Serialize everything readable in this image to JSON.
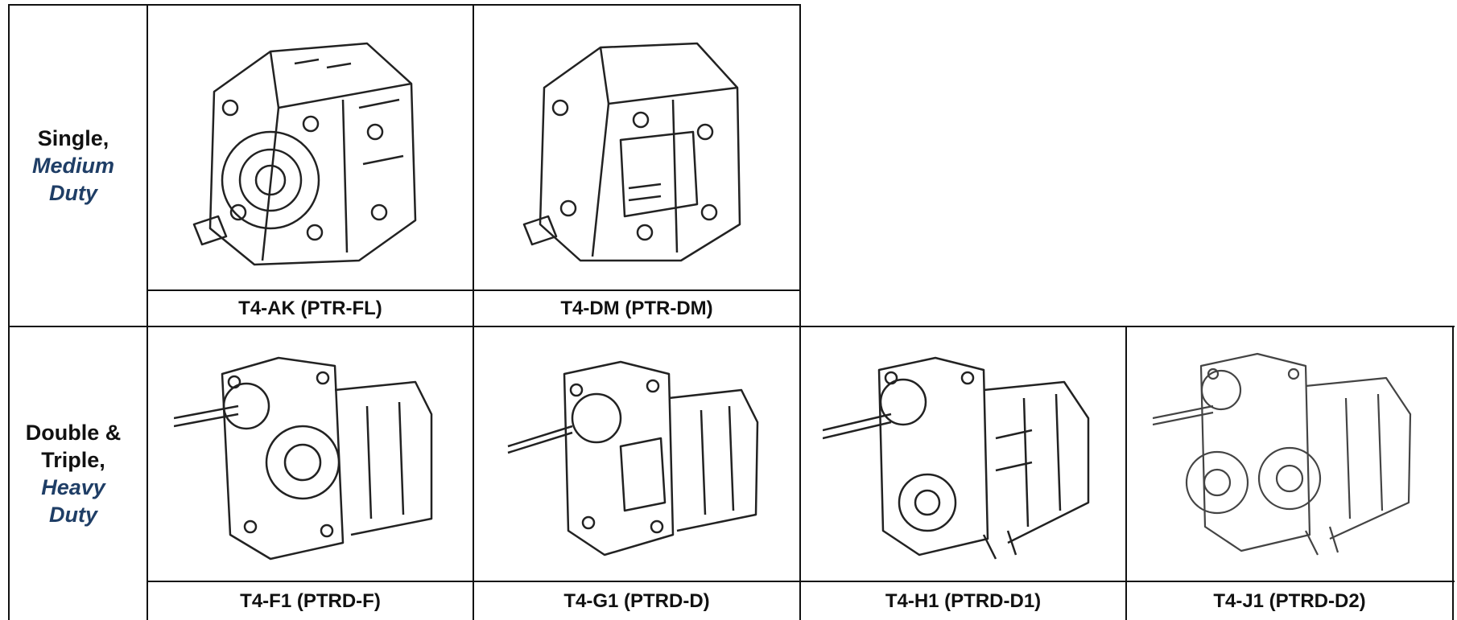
{
  "rows": [
    {
      "label_line1": "Single,",
      "label_line2": "Medium",
      "label_line3": "Duty",
      "label_line4": "",
      "items": [
        {
          "caption": "T4-AK (PTR-FL)",
          "illustration": "pump-drawing-single-a"
        },
        {
          "caption": "T4-DM (PTR-DM)",
          "illustration": "pump-drawing-single-b"
        }
      ]
    },
    {
      "label_line1": "Double &",
      "label_line2": "Triple,",
      "label_line3": "Heavy",
      "label_line4": "Duty",
      "items": [
        {
          "caption": "T4-F1 (PTRD-F)",
          "illustration": "pump-drawing-double-f"
        },
        {
          "caption": "T4-G1 (PTRD-D)",
          "illustration": "pump-drawing-double-g"
        },
        {
          "caption": "T4-H1 (PTRD-D1)",
          "illustration": "pump-drawing-double-h"
        },
        {
          "caption": "T4-J1 (PTRD-D2)",
          "illustration": "pump-drawing-triple-j"
        }
      ]
    }
  ],
  "colors": {
    "border": "#111111",
    "italic_text": "#1f3e66",
    "background": "#ffffff"
  }
}
